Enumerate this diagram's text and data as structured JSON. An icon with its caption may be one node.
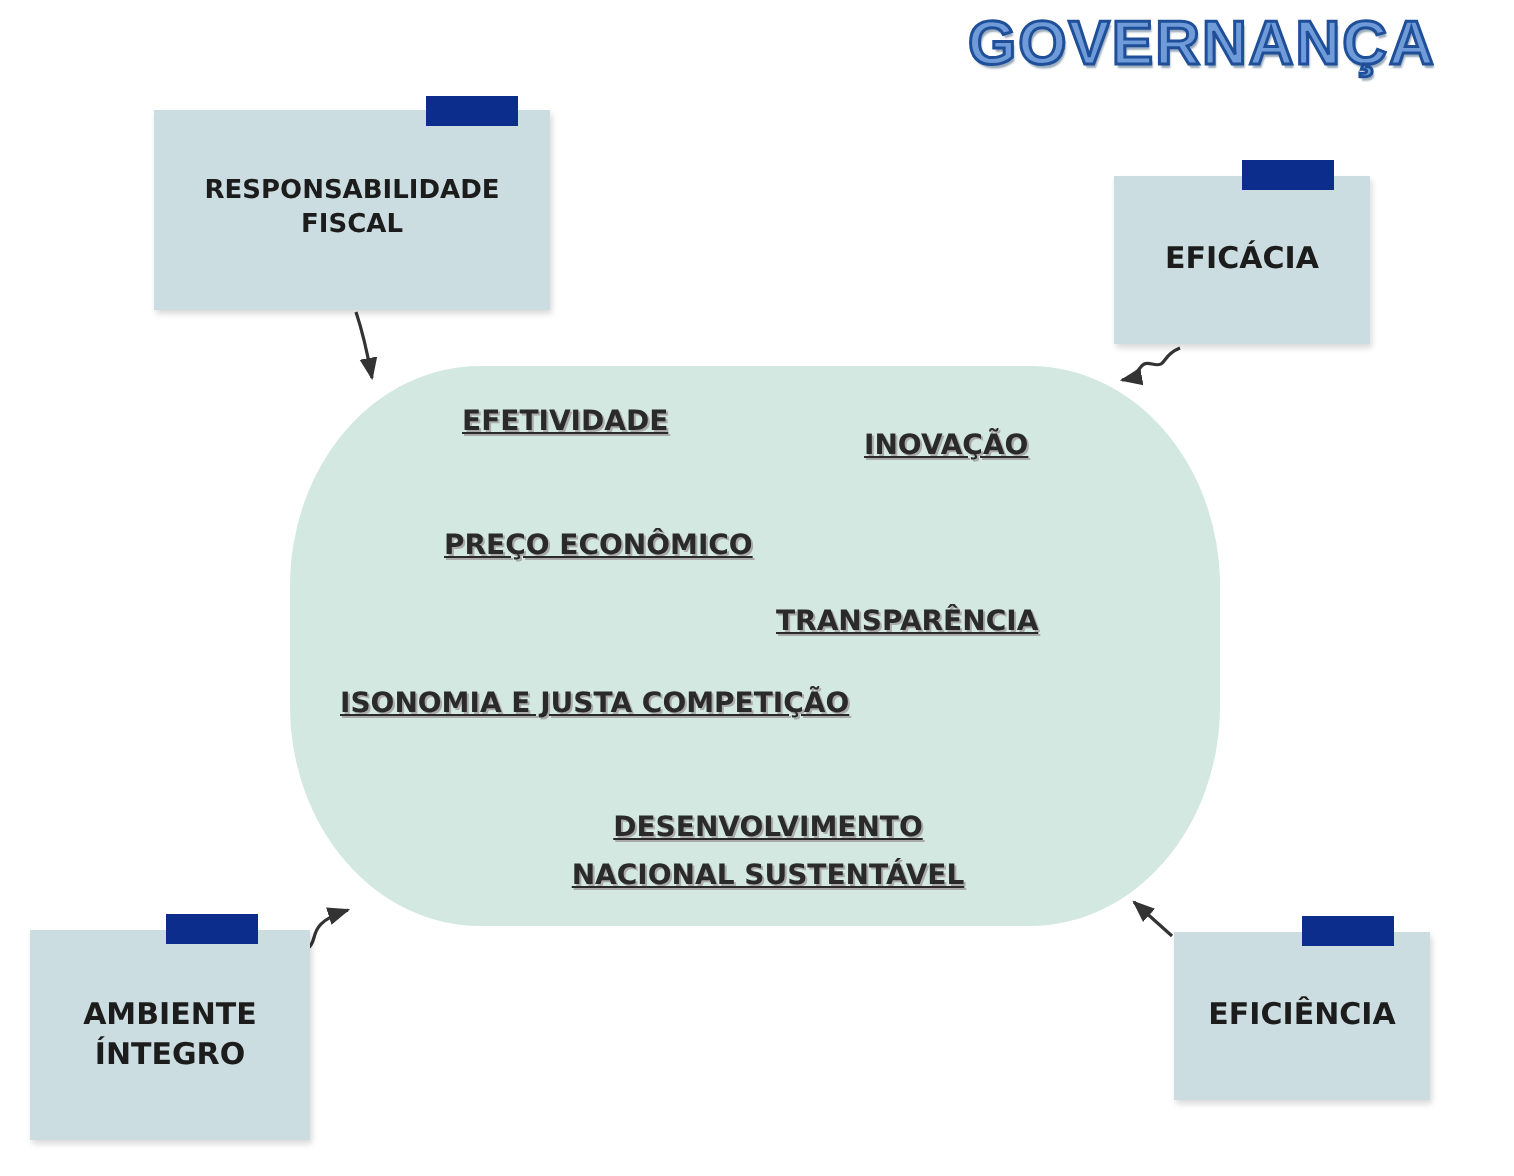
{
  "diagram": {
    "title": "GOVERNANÇA",
    "nodes": [
      {
        "text": [
          "RESPONSABILIDADE FISCAL"
        ]
      },
      {
        "text": [
          "EFICÁCIA"
        ]
      },
      {
        "text": [
          "EFETIVIDADE",
          "INOVAÇÃO",
          "PREÇO ECONÔMICO",
          "TRANSPARÊNCIA",
          "ISONOMIA E JUSTA COMPETIÇÃO",
          "DESENVOLVIMENTO NACIONAL SUSTENTÁVEL"
        ]
      },
      {
        "text": [
          "AMBIENTE ÍNTEGRO"
        ]
      },
      {
        "text": [
          "EFICIÊNCIA"
        ]
      }
    ],
    "edges": [
      {
        "from": 0,
        "to": 2,
        "arrow": "to"
      },
      {
        "from": 1,
        "to": 2,
        "arrow": "to"
      },
      {
        "from": 3,
        "to": 2,
        "arrow": "to"
      },
      {
        "from": 4,
        "to": 2,
        "arrow": "to"
      }
    ]
  }
}
